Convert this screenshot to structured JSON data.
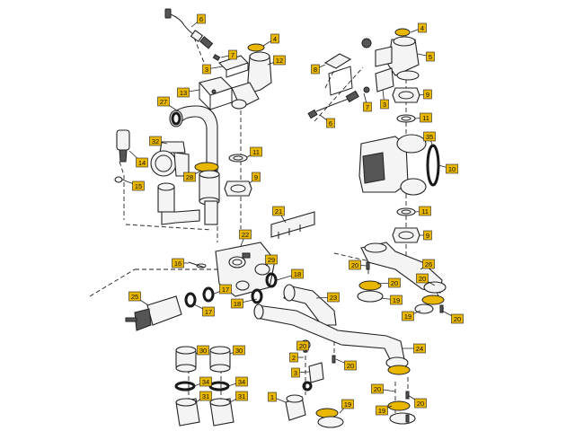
{
  "callouts": [
    {
      "id": "c6a",
      "label": "6"
    },
    {
      "id": "c7a",
      "label": "7"
    },
    {
      "id": "c3a",
      "label": "3"
    },
    {
      "id": "c4a",
      "label": "4"
    },
    {
      "id": "c12",
      "label": "12"
    },
    {
      "id": "c13",
      "label": "13"
    },
    {
      "id": "c27",
      "label": "27"
    },
    {
      "id": "c32",
      "label": "32"
    },
    {
      "id": "c14",
      "label": "14"
    },
    {
      "id": "c15",
      "label": "15"
    },
    {
      "id": "c28",
      "label": "28"
    },
    {
      "id": "c11a",
      "label": "11"
    },
    {
      "id": "c9a",
      "label": "9"
    },
    {
      "id": "c4b",
      "label": "4"
    },
    {
      "id": "c5",
      "label": "5"
    },
    {
      "id": "c8",
      "label": "8"
    },
    {
      "id": "c7b",
      "label": "7"
    },
    {
      "id": "c3b",
      "label": "3"
    },
    {
      "id": "c9b",
      "label": "9"
    },
    {
      "id": "c6b",
      "label": "6"
    },
    {
      "id": "c11b",
      "label": "11"
    },
    {
      "id": "c35",
      "label": "35"
    },
    {
      "id": "c10",
      "label": "10"
    },
    {
      "id": "c11c",
      "label": "11"
    },
    {
      "id": "c9c",
      "label": "9"
    },
    {
      "id": "c21",
      "label": "21"
    },
    {
      "id": "c22",
      "label": "22"
    },
    {
      "id": "c16",
      "label": "16"
    },
    {
      "id": "c29",
      "label": "29"
    },
    {
      "id": "c18a",
      "label": "18"
    },
    {
      "id": "c18b",
      "label": "18"
    },
    {
      "id": "c17a",
      "label": "17"
    },
    {
      "id": "c17b",
      "label": "17"
    },
    {
      "id": "c25",
      "label": "25"
    },
    {
      "id": "c23",
      "label": "23"
    },
    {
      "id": "c20a",
      "label": "20"
    },
    {
      "id": "c20b",
      "label": "20"
    },
    {
      "id": "c26",
      "label": "26"
    },
    {
      "id": "c19a",
      "label": "19"
    },
    {
      "id": "c19b",
      "label": "19"
    },
    {
      "id": "c20c",
      "label": "20"
    },
    {
      "id": "c20d",
      "label": "20"
    },
    {
      "id": "c24",
      "label": "24"
    },
    {
      "id": "c20e",
      "label": "20"
    },
    {
      "id": "c20f",
      "label": "20"
    },
    {
      "id": "c2",
      "label": "2"
    },
    {
      "id": "c3c",
      "label": "3"
    },
    {
      "id": "c1",
      "label": "1"
    },
    {
      "id": "c19c",
      "label": "19"
    },
    {
      "id": "c20g",
      "label": "20"
    },
    {
      "id": "c19d",
      "label": "19"
    },
    {
      "id": "c20h",
      "label": "20"
    },
    {
      "id": "c30a",
      "label": "30"
    },
    {
      "id": "c30b",
      "label": "30"
    },
    {
      "id": "c34a",
      "label": "34"
    },
    {
      "id": "c34b",
      "label": "34"
    },
    {
      "id": "c31a",
      "label": "31"
    },
    {
      "id": "c31b",
      "label": "31"
    }
  ]
}
